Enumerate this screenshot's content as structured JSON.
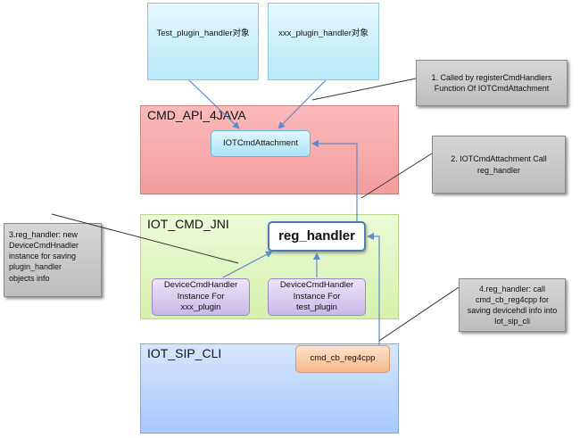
{
  "objects": {
    "test_plugin": "Test_plugin_handler对象",
    "xxx_plugin": "xxx_plugin_handler对象"
  },
  "layers": {
    "cmd_api": "CMD_API_4JAVA",
    "iot_cmd_jni": "IOT_CMD_JNI",
    "iot_sip_cli": "IOT_SIP_CLI"
  },
  "nodes": {
    "iotcmd": "IOTCmdAttachment",
    "reg_handler": "reg_handler",
    "device_xxx": "DeviceCmdHandler\nInstance  For\nxxx_plugin",
    "device_test": "DeviceCmdHandler\nInstance For\ntest_plugin",
    "cmd_cb": "cmd_cb_reg4cpp"
  },
  "notes": {
    "note1": "1. Called by registerCmdHandlers\nFunction Of IOTCmdAttachment",
    "note2": "2. IOTCmdAttachment Call\nreg_handler",
    "note3": "3.reg_handler: new\nDeviceCmdHnadler\ninstance for saving\nplugin_handler\nobjects info",
    "note4": "4.reg_handler: call\ncmd_cb_reg4cpp for\nsaving devicehdl info into\nIot_sip_cli"
  }
}
